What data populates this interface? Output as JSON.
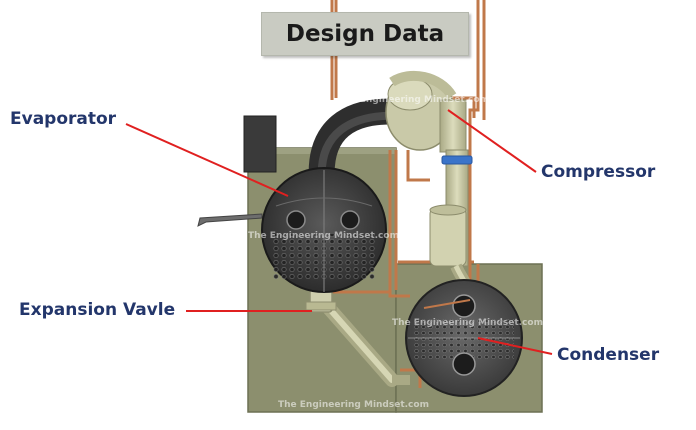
{
  "title": "Design Data",
  "labels": {
    "evaporator": "Evaporator",
    "expansion_valve": "Expansion Vavle",
    "compressor": "Compressor",
    "condenser": "Condenser"
  },
  "watermark": "The Engineering Mindset.com",
  "colors": {
    "frame": "#8c8f6e",
    "vessel": "#3b3b3b",
    "pipe_grey": "#c5c5a3",
    "copper": "#c0784a",
    "pointer": "#e02020",
    "label": "#23366b",
    "band": "#3b74c9"
  }
}
